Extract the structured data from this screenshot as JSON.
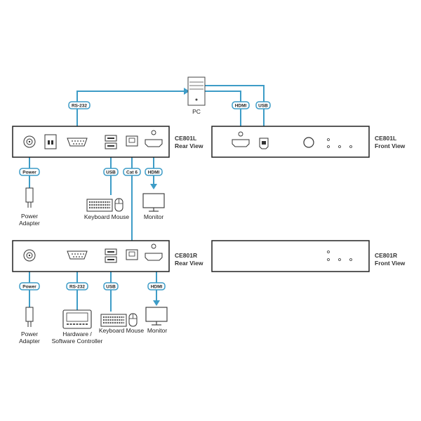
{
  "pc": {
    "label": "PC"
  },
  "local": {
    "rear_label": [
      "CE801L",
      "Rear View"
    ],
    "front_label": [
      "CE801L",
      "Front View"
    ]
  },
  "remote": {
    "rear_label": [
      "CE801R",
      "Rear View"
    ],
    "front_label": [
      "CE801R",
      "Front View"
    ]
  },
  "cables": {
    "rs232": "RS-232",
    "hdmi": "HDMI",
    "usb": "USB",
    "power": "Power",
    "cat6": "Cat 6"
  },
  "devices": {
    "power_adapter": [
      "Power",
      "Adapter"
    ],
    "keyboard_mouse": "Keyboard Mouse",
    "monitor": "Monitor",
    "controller": [
      "Hardware /",
      "Software Controller"
    ]
  },
  "colors": {
    "cable": "#3d9cc7",
    "outline": "#222222"
  }
}
